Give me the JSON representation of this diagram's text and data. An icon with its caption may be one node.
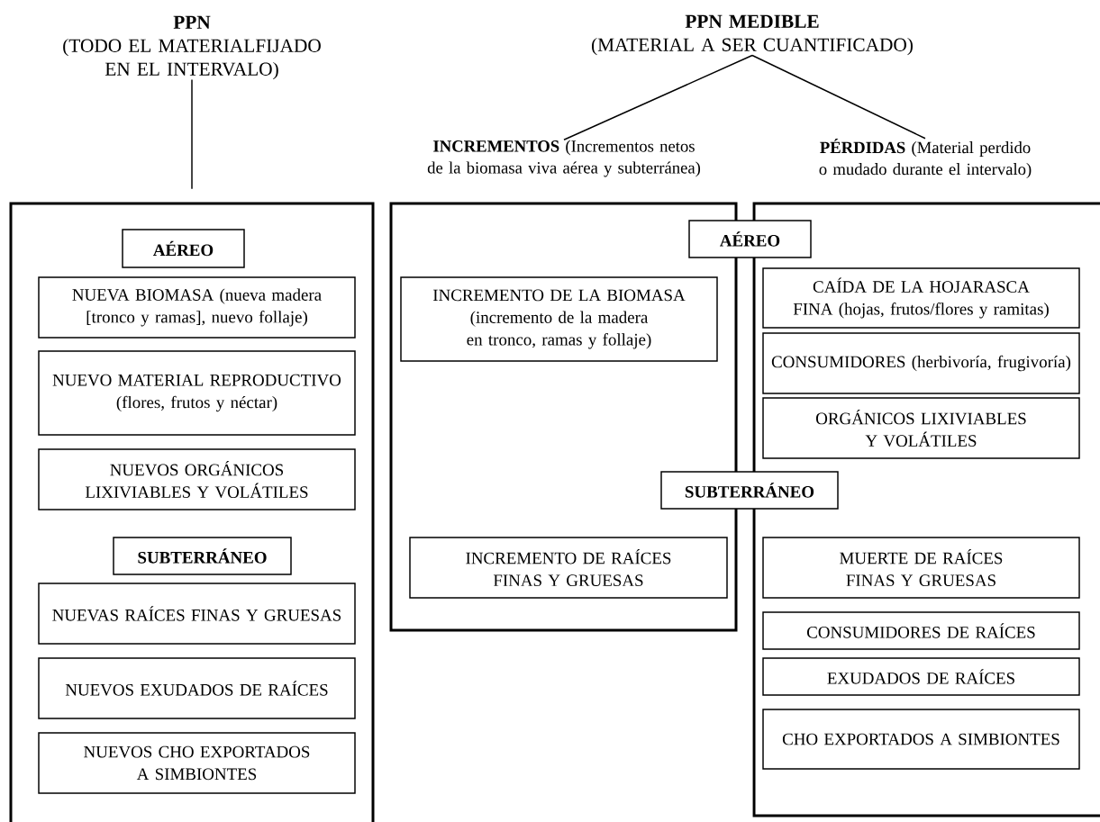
{
  "diagram": {
    "nodes": [
      {
        "text": [
          "PPN",
          "(TODO EL MATERIALFIJADO EN EL INTERVALO)"
        ]
      },
      {
        "text": [
          "PPN MEDIBLE",
          "(MATERIAL A SER CUANTIFICADO)"
        ]
      },
      {
        "text": [
          "**INCREMENTOS** (Incrementos netos de la biomasa viva aérea y subterránea)"
        ]
      },
      {
        "text": [
          "**PÉRDIDAS** (Material perdido o mudado durante el intervalo)"
        ]
      },
      {
        "text": [],
        "shape": "box"
      },
      {
        "text": [
          "AÉREO"
        ],
        "in": 4
      },
      {
        "text": [
          "NUEVA BIOMASA (nueva madera [tronco y ramas], nuevo follaje)"
        ],
        "in": 4
      },
      {
        "text": [
          "NUEVO MATERIAL REPRODUCTIVO (flores, frutos y néctar)"
        ],
        "in": 4
      },
      {
        "text": [
          "NUEVOS ORGÁNICOS LIXIVIABLES Y VOLÁTILES"
        ],
        "in": 4
      },
      {
        "text": [
          "SUBTERRÁNEO"
        ],
        "in": 4
      },
      {
        "text": [
          "NUEVAS  RAÍCES FINAS Y GRUESAS"
        ],
        "in": 4
      },
      {
        "text": [
          "NUEVOS EXUDADOS DE RAÍCES"
        ],
        "in": 4
      },
      {
        "text": [
          "NUEVOS CHO EXPORTADOS A SIMBIONTES"
        ],
        "in": 4
      },
      {
        "text": [],
        "shape": "box"
      },
      {
        "text": [],
        "shape": "box"
      },
      {
        "text": [
          "AÉREO"
        ]
      },
      {
        "text": [
          "INCREMENTO DE LA BIOMASA (incremento de la madera en tronco, ramas y follaje)"
        ],
        "in": 13
      },
      {
        "text": [
          "CAÍDA DE LA HOJARASCA FINA (hojas, frutos/flores y ramitas)"
        ],
        "in": 14
      },
      {
        "text": [
          "CONSUMIDORES (herbivoría, frugivoría)"
        ],
        "in": 14
      },
      {
        "text": [
          "ORGÁNICOS LIXIVIABLES Y VOLÁTILES"
        ],
        "in": 14
      },
      {
        "text": [
          "SUBTERRÁNEO"
        ]
      },
      {
        "text": [
          "INCREMENTO DE RAÍCES FINAS Y GRUESAS"
        ],
        "in": 13
      },
      {
        "text": [
          "MUERTE DE RAÍCES FINAS Y GRUESAS"
        ],
        "in": 14
      },
      {
        "text": [
          "CONSUMIDORES DE RAÍCES"
        ],
        "in": 14
      },
      {
        "text": [
          "EXUDADOS DE RAÍCES"
        ],
        "in": 14
      },
      {
        "text": [
          "CHO EXPORTADOS A SIMBIONTES"
        ],
        "in": 14
      }
    ],
    "edges": [
      {
        "from": 0,
        "to": 4,
        "arrow": "none"
      },
      {
        "from": 1,
        "to": 2,
        "arrow": "none"
      },
      {
        "from": 1,
        "to": 3,
        "arrow": "none"
      }
    ]
  }
}
